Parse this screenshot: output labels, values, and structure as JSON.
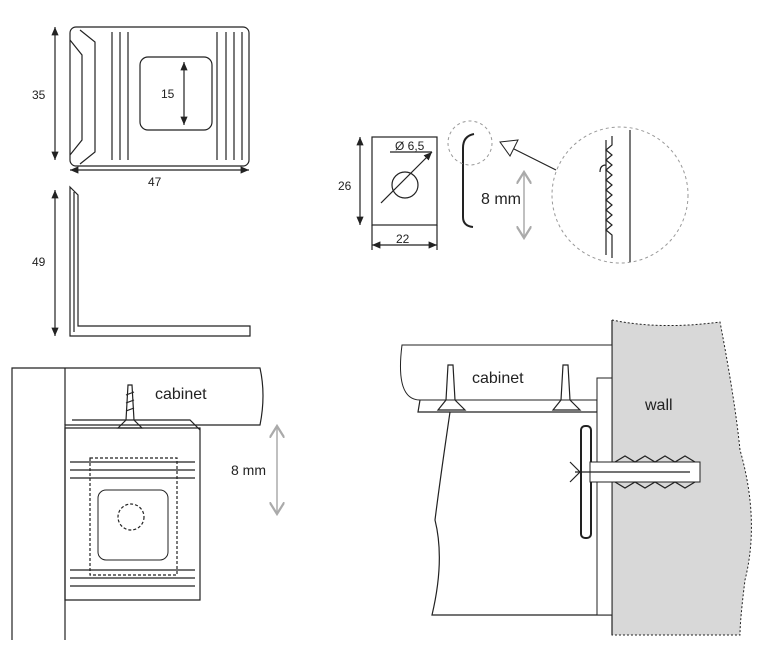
{
  "dimensions": {
    "front_height": "35",
    "window_height": "15",
    "front_width": "47",
    "side_height": "49",
    "plate_height": "26",
    "plate_width": "22",
    "hole_diameter": "Ø 6,5"
  },
  "labels": {
    "adjust_top": "8 mm",
    "adjust_bottom": "8 mm",
    "cabinet_left": "cabinet",
    "cabinet_right": "cabinet",
    "wall": "wall"
  }
}
